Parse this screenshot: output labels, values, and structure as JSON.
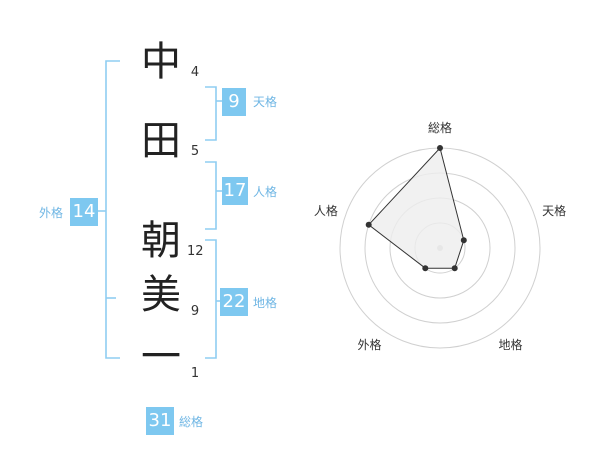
{
  "name_chars": [
    {
      "char": "中",
      "strokes": "4"
    },
    {
      "char": "田",
      "strokes": "5"
    },
    {
      "char": "朝",
      "strokes": "12"
    },
    {
      "char": "美",
      "strokes": "9"
    },
    {
      "char": "一",
      "strokes": "1"
    }
  ],
  "fortune": {
    "tenkaku": {
      "value": "9",
      "label": "天格"
    },
    "jinkaku": {
      "value": "17",
      "label": "人格"
    },
    "chikaku": {
      "value": "22",
      "label": "地格"
    },
    "gaikaku": {
      "value": "14",
      "label": "外格"
    },
    "soukaku": {
      "value": "31",
      "label": "総格"
    }
  },
  "chart_data": {
    "type": "radar",
    "axes": [
      "総格",
      "天格",
      "地格",
      "外格",
      "人格"
    ],
    "values": [
      4,
      1,
      1,
      1,
      3
    ],
    "rmax": 4,
    "rings": 4,
    "colors": {
      "ring": "#d0d0d0",
      "fill": "#eeeeee",
      "line": "#333333",
      "point": "#333333",
      "center": "#cccccc"
    }
  },
  "colors": {
    "accent": "#7ec8f0",
    "accent_text": "#6fb6e4",
    "bracket": "#8fcdf2"
  }
}
